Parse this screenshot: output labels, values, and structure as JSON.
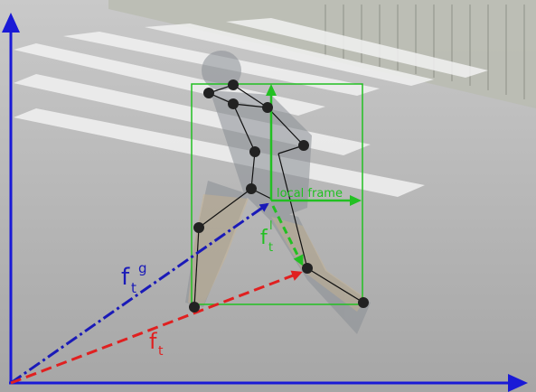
{
  "labels": {
    "global_vector": "f",
    "global_sub": "t",
    "global_sup": "g",
    "position_vector": "f",
    "position_sub": "t",
    "local_vector": "f",
    "local_sub": "t",
    "local_sup": "l",
    "local_frame": "local frame"
  },
  "colors": {
    "axes": "#1a1ad6",
    "global_vector": "#1a1ab8",
    "position_vector": "#e02020",
    "local_frame": "#22c022",
    "skeleton_joint": "#222222",
    "skeleton_bone": "#111111"
  }
}
